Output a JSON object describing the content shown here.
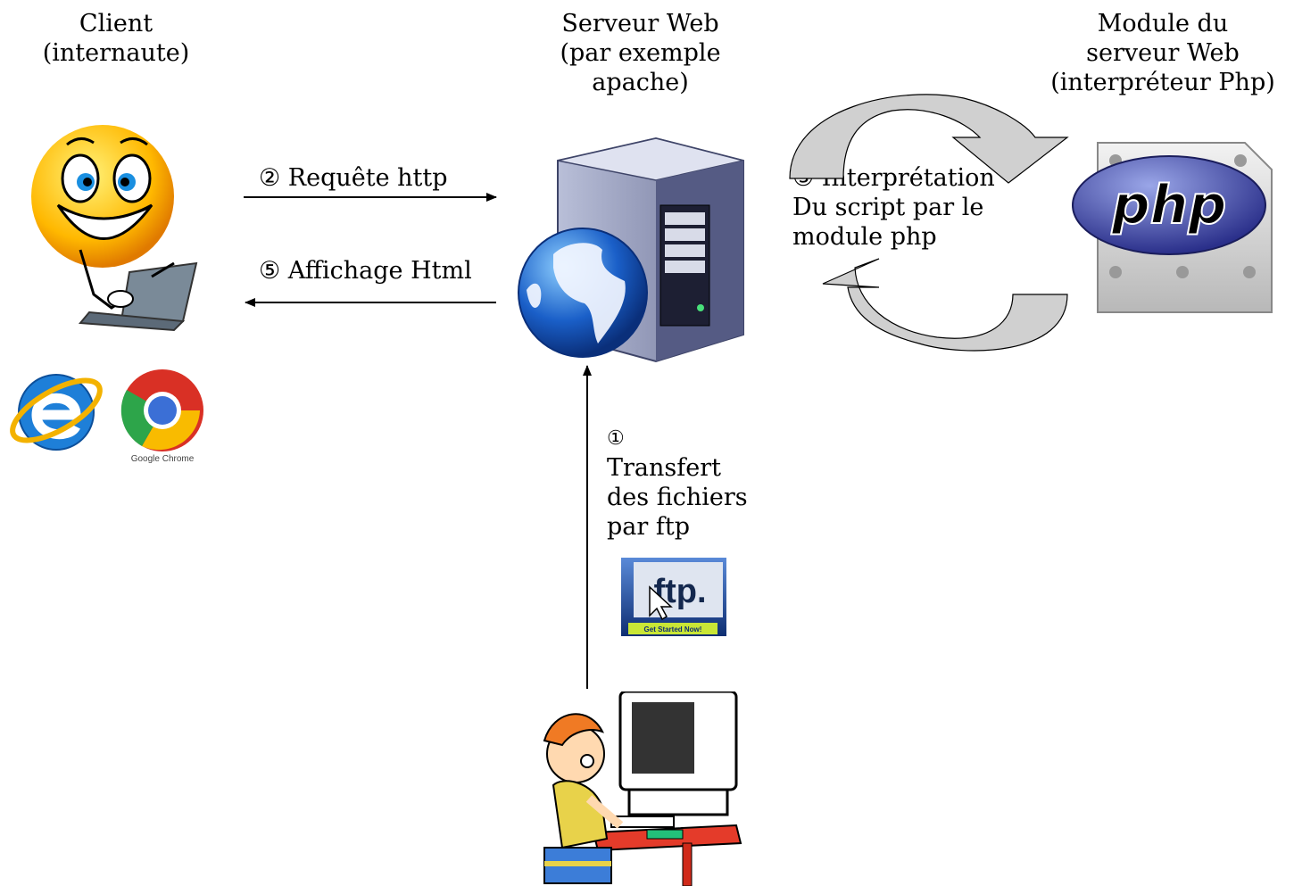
{
  "client": {
    "title_lines": [
      "Client",
      "(internaute)"
    ],
    "browsers": [
      "internet-explorer-icon",
      "google-chrome-icon"
    ],
    "chrome_caption": "Google Chrome"
  },
  "server": {
    "title_lines": [
      "Serveur Web",
      "(par exemple",
      "apache)"
    ]
  },
  "module": {
    "title_lines": [
      "Module du",
      "serveur Web",
      "(interpréteur Php)"
    ],
    "logo_text": "php"
  },
  "steps": {
    "request": "② Requête http",
    "display": "⑤ Affichage Html",
    "interpret_lines": [
      "③ Interprétation",
      "Du script par le",
      "module php"
    ],
    "transfer_lines": [
      "①",
      "Transfert",
      "des fichiers",
      "par ftp"
    ]
  },
  "ftp_badge": {
    "logo_text": "ftp.",
    "button_text": "Get Started Now!"
  },
  "colors": {
    "arrow": "#000000",
    "cycle_fill": "#d0d0d0",
    "globe_blue": "#1a5fc8",
    "smiley": "#ffb000",
    "php_purple": "#4f5b9e"
  }
}
